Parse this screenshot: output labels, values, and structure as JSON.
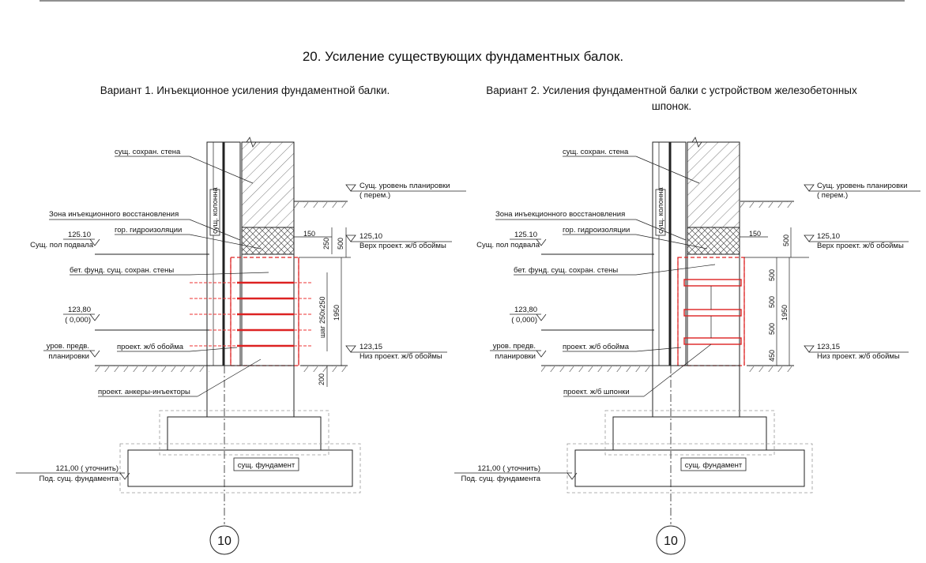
{
  "drawing": {
    "title": "20. Усиление существующих фундаментных балок.",
    "variant1": {
      "title": "Вариант 1. Инъекционное усиления фундаментной балки.",
      "labels": {
        "wall": "сущ. сохран. стена",
        "zone": "Зона инъекционного восстановления",
        "hydro": "гор. гидроизоляции",
        "beam": "бет. фунд. сущ. сохран. стены",
        "cage": "проект. ж/б обойма",
        "anchors": "проект. анкеры-инъекторы",
        "column": "сущ. колонна",
        "foundation": "сущ. фундамент",
        "step": "шаг 250х250"
      },
      "levels": {
        "ground_value": "Сущ. уровень планировки",
        "ground_note": "( перем.)",
        "top_value": "125,10",
        "top_note": "Верх проект. ж/б обоймы",
        "bottom_value": "123,15",
        "bottom_note": "Низ проект. ж/б обоймы",
        "floor_value": "125.10",
        "floor_note": "Сущ. пол подвала",
        "zero_value": "123,80",
        "zero_note": "( 0,000)",
        "plan_line1": "уров. предв.",
        "plan_line2": "планировки",
        "found_value": "121,00  ( уточнить)",
        "found_note": "Под. сущ. фундамента"
      },
      "dims": {
        "d150": "150",
        "d250": "250",
        "d500": "500",
        "d1950": "1950",
        "d200": "200"
      },
      "axis": "10"
    },
    "variant2": {
      "title_line1": "Вариант 2. Усиления фундаментной балки с устройством железобетонных",
      "title_line2": "шпонок.",
      "labels": {
        "wall": "сущ. сохран. стена",
        "zone": "Зона инъекционного восстановления",
        "hydro": "гор. гидроизоляции",
        "beam": "бет. фунд. сущ. сохран. стены",
        "cage": "проект. ж/б обойма",
        "keys": "проект. ж/б шпонки",
        "column": "сущ. колонна",
        "foundation": "сущ. фундамент"
      },
      "levels": {
        "ground_value": "Сущ. уровень планировки",
        "ground_note": "( перем.)",
        "top_value": "125,10",
        "top_note": "Верх проект. ж/б обоймы",
        "bottom_value": "123,15",
        "bottom_note": "Низ проект. ж/б обоймы",
        "floor_value": "125.10",
        "floor_note": "Сущ. пол подвала",
        "zero_value": "123,80",
        "zero_note": "( 0,000)",
        "plan_line1": "уров. предв.",
        "plan_line2": "планировки",
        "found_value": "121,00  ( уточнить)",
        "found_note": "Под. сущ. фундамента"
      },
      "dims": {
        "d150": "150",
        "d500a": "500",
        "k1": "500",
        "k2": "500",
        "k3": "500",
        "k4": "450",
        "d1950": "1950"
      },
      "axis": "10"
    }
  }
}
